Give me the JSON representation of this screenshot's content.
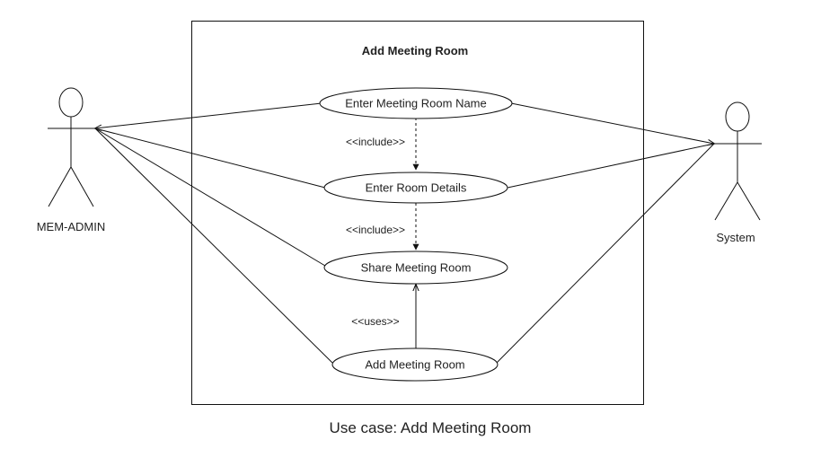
{
  "system": {
    "title": "Add Meeting Room"
  },
  "actors": {
    "left": {
      "name": "MEM-ADMIN"
    },
    "right": {
      "name": "System"
    }
  },
  "use_cases": {
    "enter_name": "Enter Meeting Room Name",
    "enter_details": "Enter Room Details",
    "share": "Share Meeting Room",
    "add": "Add  Meeting Room"
  },
  "relations": {
    "include_1": "<<include>>",
    "include_2": "<<include>>",
    "uses": "<<uses>>"
  },
  "caption": "Use case:  Add Meeting Room"
}
